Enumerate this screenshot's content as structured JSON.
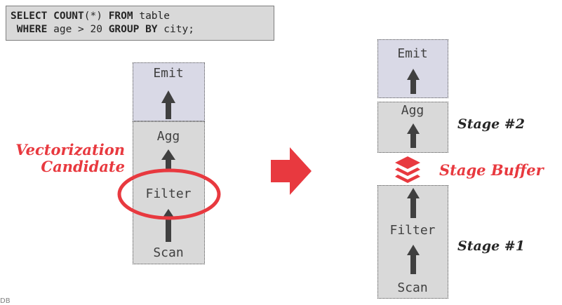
{
  "sql": {
    "line1": {
      "kw1": "SELECT COUNT",
      "paren": "(*) ",
      "kw2": "FROM",
      "rest": " table"
    },
    "line2": {
      "pad": " ",
      "kw1": "WHERE",
      "mid": " age > 20 ",
      "kw2": "GROUP BY",
      "rest": " city;"
    }
  },
  "left_pipeline": {
    "emit": "Emit",
    "agg": "Agg",
    "filter": "Filter",
    "scan": "Scan"
  },
  "vectorization_label": {
    "line1": "Vectorization",
    "line2": "Candidate"
  },
  "right_pipeline": {
    "emit": "Emit",
    "agg": "Agg",
    "filter": "Filter",
    "scan": "Scan",
    "stage2": "Stage #2",
    "stage1": "Stage #1",
    "buffer": "Stage Buffer"
  },
  "footer": {
    "text": "DB"
  },
  "colors": {
    "accent": "#e8393f",
    "box": "#d9d9d9",
    "emit_box": "#d9d9e6",
    "arrow": "#404040"
  }
}
